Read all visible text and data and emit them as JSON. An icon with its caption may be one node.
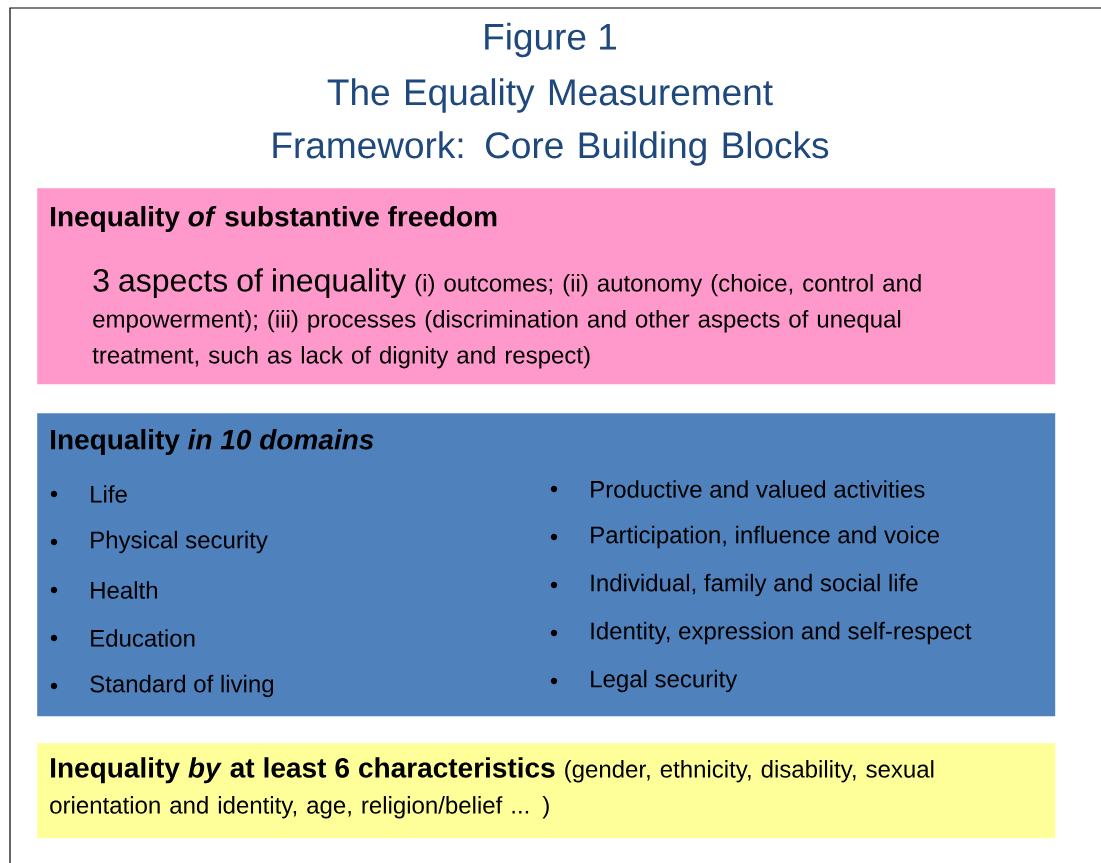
{
  "diagram": {
    "title": "The Equality Measurement Framework: Core Building Blocks",
    "labels": [
      "Figure 1"
    ],
    "nodes": [
      {
        "text": [
          "Inequality *of* substantive freedom",
          "3 aspects of inequality",
          "(i) outcomes; (ii) autonomy (choice, control and empowerment); (iii) processes (discrimination and other aspects of unequal treatment, such as lack of dignity and respect)"
        ]
      },
      {
        "text": [
          "Inequality *in 10 domains*",
          "Life",
          "Physical security",
          "Health",
          "Education",
          "Standard of living",
          "Productive and valued activities",
          "Participation, influence and voice",
          "Individual, family and social life",
          "Identity, expression and self-respect",
          "Legal security"
        ]
      },
      {
        "text": [
          "Inequality *by* at least 6 characteristics",
          "(gender, ethnicity, disability, sexual orientation and identity, age, religion/belief ... )"
        ]
      }
    ]
  }
}
